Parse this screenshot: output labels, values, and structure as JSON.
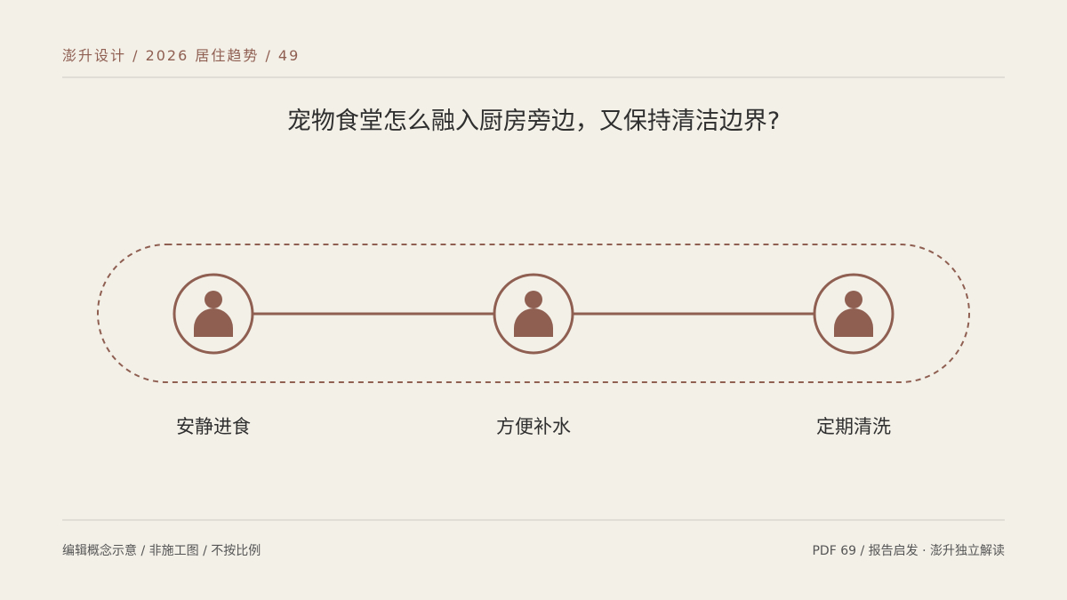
{
  "header": {
    "breadcrumb": "澎升设计 / 2026 居住趋势 / 49"
  },
  "title": "宠物食堂怎么融入厨房旁边，又保持清洁边界?",
  "diagram": {
    "nodes": [
      {
        "label": "安静进食",
        "icon": "person-icon"
      },
      {
        "label": "方便补水",
        "icon": "person-icon"
      },
      {
        "label": "定期清洗",
        "icon": "person-icon"
      }
    ]
  },
  "footer": {
    "left": "编辑概念示意 / 非施工图 / 不按比例",
    "right": "PDF 69 / 报告启发 · 澎升独立解读"
  },
  "colors": {
    "accent": "#8f5f52",
    "background": "#f3f0e8",
    "text": "#2f2f2f"
  }
}
